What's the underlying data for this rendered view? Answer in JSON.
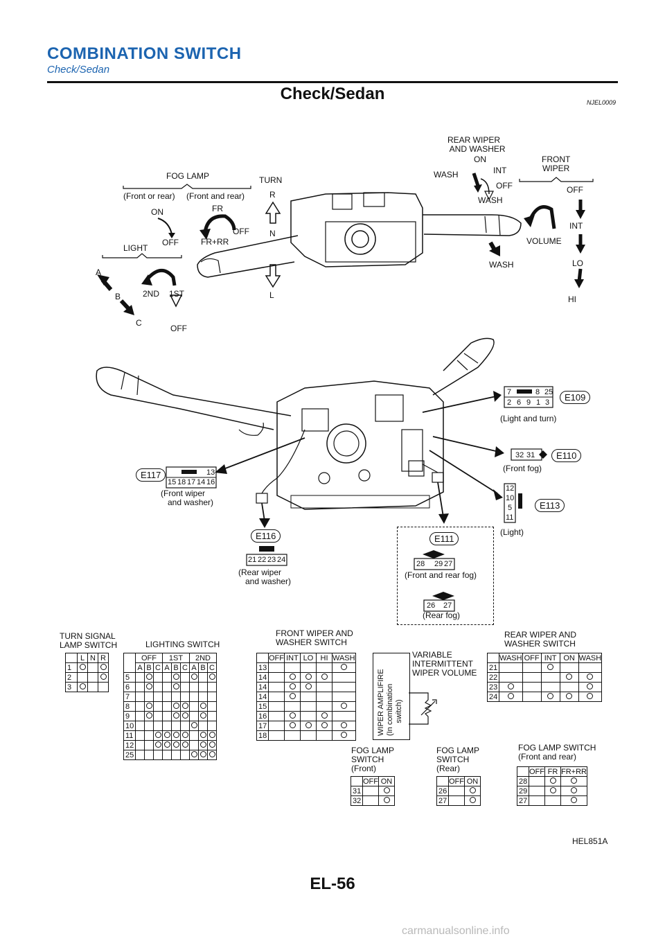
{
  "header": {
    "title": "COMBINATION SWITCH",
    "subtitle": "Check/Sedan"
  },
  "section": {
    "title": "Check/Sedan",
    "code": "NJEL0009"
  },
  "diagram": {
    "fog_lamp": "FOG LAMP",
    "front_or_rear": "(Front or rear)",
    "front_and_rear": "(Front and rear)",
    "on": "ON",
    "off1": "OFF",
    "fr": "FR",
    "fr_rr": "FR+RR",
    "off2": "OFF",
    "light": "LIGHT",
    "a": "A",
    "b": "B",
    "c": "C",
    "second": "2ND",
    "first": "1ST",
    "off3": "OFF",
    "turn": "TURN",
    "r": "R",
    "n": "N",
    "l": "L",
    "rear_wiper_washer": "REAR WIPER\n AND WASHER",
    "on2": "ON",
    "wash1": "WASH",
    "int1": "INT",
    "off4": "OFF",
    "wash2": "WASH",
    "front_wiper": "FRONT\nWIPER",
    "off5": "OFF",
    "int2": "INT",
    "lo": "LO",
    "hi": "HI",
    "volume": "VOLUME",
    "wash3": "WASH"
  },
  "connectors": {
    "e109": "E109",
    "e109_caption": "(Light and turn)",
    "e109_pins_top": [
      "7",
      "",
      "8",
      "25"
    ],
    "e109_pins_bottom": [
      "2",
      "6",
      "9",
      "1",
      "3"
    ],
    "e110": "E110",
    "e110_caption": "(Front fog)",
    "e110_pins": [
      "32",
      "31"
    ],
    "e117": "E117",
    "e117_caption": "(Front wiper\n   and washer)",
    "e117_pins_top": [
      "",
      "",
      "",
      "13"
    ],
    "e117_pins_bottom": [
      "15",
      "18",
      "17",
      "14",
      "16"
    ],
    "e113": "E113",
    "e113_caption": "(Light)",
    "e113_pins": [
      "12",
      "10",
      "5",
      "11"
    ],
    "e116": "E116",
    "e116_caption": "(Rear wiper\n   and washer)",
    "e116_pins": [
      "21",
      "22",
      "23",
      "24"
    ],
    "e111": "E111",
    "e111_caption1": "(Front and rear fog)",
    "e111_caption2": "(Rear fog)",
    "e111_pins1": [
      "28",
      "29",
      "27"
    ],
    "e111_pins2": [
      "26",
      "27"
    ]
  },
  "tables": {
    "turn_signal": {
      "title": "TURN SIGNAL\nLAMP SWITCH",
      "headers": [
        "L",
        "N",
        "R"
      ],
      "rows": [
        {
          "pin": "1",
          "cells": [
            true,
            false,
            true
          ]
        },
        {
          "pin": "2",
          "cells": [
            false,
            false,
            true
          ]
        },
        {
          "pin": "3",
          "cells": [
            true,
            false,
            false
          ]
        }
      ]
    },
    "lighting": {
      "title": "LIGHTING SWITCH",
      "group_headers": [
        "OFF",
        "1ST",
        "2ND"
      ],
      "headers": [
        "A",
        "B",
        "C",
        "A",
        "B",
        "C",
        "A",
        "B",
        "C"
      ],
      "rows": [
        {
          "pin": "5",
          "cells": [
            false,
            true,
            false,
            false,
            true,
            false,
            true,
            false,
            true
          ]
        },
        {
          "pin": "6",
          "cells": [
            false,
            true,
            false,
            false,
            true,
            false,
            false,
            false,
            false
          ]
        },
        {
          "pin": "7",
          "cells": [
            false,
            false,
            false,
            false,
            false,
            false,
            false,
            false,
            false
          ]
        },
        {
          "pin": "8",
          "cells": [
            false,
            true,
            false,
            false,
            true,
            true,
            false,
            true,
            false
          ]
        },
        {
          "pin": "9",
          "cells": [
            false,
            true,
            false,
            false,
            true,
            true,
            false,
            true,
            false
          ]
        },
        {
          "pin": "10",
          "cells": [
            false,
            false,
            false,
            false,
            false,
            false,
            true,
            false,
            false
          ]
        },
        {
          "pin": "11",
          "cells": [
            false,
            false,
            true,
            true,
            true,
            true,
            false,
            true,
            true
          ]
        },
        {
          "pin": "12",
          "cells": [
            false,
            false,
            true,
            true,
            true,
            true,
            false,
            true,
            true
          ]
        },
        {
          "pin": "25",
          "cells": [
            false,
            false,
            false,
            false,
            false,
            false,
            true,
            true,
            true
          ]
        }
      ]
    },
    "front_wiper": {
      "title": "FRONT WIPER AND\nWASHER SWITCH",
      "headers": [
        "OFF",
        "INT",
        "LO",
        "HI",
        "WASH"
      ],
      "rows": [
        {
          "pin": "13",
          "cells": [
            false,
            false,
            false,
            false,
            true
          ]
        },
        {
          "pin": "14",
          "cells": [
            false,
            true,
            true,
            true,
            false
          ]
        },
        {
          "pin": "14",
          "cells": [
            false,
            true,
            true,
            false,
            false
          ]
        },
        {
          "pin": "14",
          "cells": [
            false,
            true,
            false,
            false,
            false
          ]
        },
        {
          "pin": "15",
          "cells": [
            false,
            false,
            false,
            false,
            true
          ]
        },
        {
          "pin": "16",
          "cells": [
            false,
            true,
            false,
            true,
            false
          ]
        },
        {
          "pin": "17",
          "cells": [
            false,
            true,
            true,
            true,
            true
          ]
        },
        {
          "pin": "18",
          "cells": [
            false,
            false,
            false,
            false,
            true
          ]
        }
      ],
      "amplifier": "WIPER AMPLIFIRE\n(In combination\n      switch)",
      "variable": "VARIABLE\nINTERMITTENT\nWIPER VOLUME"
    },
    "rear_wiper": {
      "title": "REAR WIPER AND\nWASHER SWITCH",
      "headers": [
        "WASH",
        "OFF",
        "INT",
        "ON",
        "WASH"
      ],
      "rows": [
        {
          "pin": "21",
          "cells": [
            false,
            false,
            true,
            false,
            false
          ]
        },
        {
          "pin": "22",
          "cells": [
            false,
            false,
            false,
            true,
            true
          ]
        },
        {
          "pin": "23",
          "cells": [
            true,
            false,
            false,
            false,
            true
          ]
        },
        {
          "pin": "24",
          "cells": [
            true,
            false,
            true,
            true,
            true
          ]
        }
      ]
    },
    "fog_front": {
      "title": "FOG LAMP\nSWITCH\n(Front)",
      "headers": [
        "OFF",
        "ON"
      ],
      "rows": [
        {
          "pin": "31",
          "cells": [
            false,
            true
          ]
        },
        {
          "pin": "32",
          "cells": [
            false,
            true
          ]
        }
      ]
    },
    "fog_rear": {
      "title": "FOG LAMP\nSWITCH\n(Rear)",
      "headers": [
        "OFF",
        "ON"
      ],
      "rows": [
        {
          "pin": "26",
          "cells": [
            false,
            true
          ]
        },
        {
          "pin": "27",
          "cells": [
            false,
            true
          ]
        }
      ]
    },
    "fog_front_rear": {
      "title": "FOG LAMP SWITCH\n(Front and rear)",
      "headers": [
        "OFF",
        "FR",
        "FR+RR"
      ],
      "rows": [
        {
          "pin": "28",
          "cells": [
            false,
            true,
            true
          ]
        },
        {
          "pin": "29",
          "cells": [
            false,
            true,
            true
          ]
        },
        {
          "pin": "27",
          "cells": [
            false,
            false,
            true
          ]
        }
      ]
    }
  },
  "footer": {
    "figure_code": "HEL851A",
    "page_number": "EL-56",
    "watermark": "carmanualsonline.info"
  }
}
